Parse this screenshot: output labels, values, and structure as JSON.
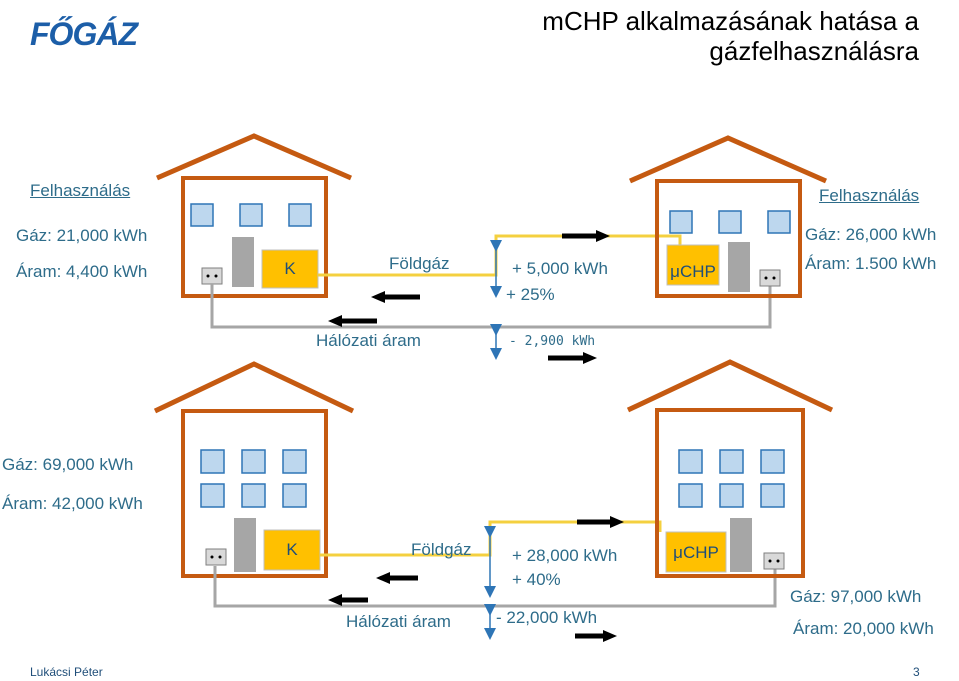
{
  "header": {
    "logo": "FŐGÁZ",
    "title_line1": "mCHP alkalmazásának hatása a",
    "title_line2": "gázfelhasználásra"
  },
  "top": {
    "left_heading": "Felhasználás",
    "left_gas": "Gáz: 21,000 kWh",
    "left_power": "Áram: 4,400 kWh",
    "boiler_label": "K",
    "foldgaz_label": "Földgáz",
    "delta_gas": "+ 5,000 kWh",
    "delta_pct": "+  25%",
    "chp_label": "μCHP",
    "right_heading": "Felhasználás",
    "right_gas": "Gáz: 26,000 kWh",
    "right_power": "Áram: 1.500 kWh",
    "grid_label": "Hálózati áram",
    "delta_power": "- 2,900 kWh"
  },
  "bottom": {
    "left_gas": "Gáz: 69,000 kWh",
    "left_power": "Áram: 42,000 kWh",
    "boiler_label": "K",
    "foldgaz_label": "Földgáz",
    "delta_gas": "+ 28,000 kWh",
    "delta_pct": "+ 40%",
    "grid_label": "Hálózati áram",
    "delta_power": "- 22,000 kWh",
    "chp_label": "μCHP",
    "right_gas": "Gáz: 97,000 kWh",
    "right_power": "Áram: 20,000 kWh"
  },
  "footer": {
    "author": "Lukácsi Péter",
    "page": "3"
  },
  "colors": {
    "house_outline": "#c55a11",
    "window_fill": "#bdd7ee",
    "window_stroke": "#2e75b6",
    "boiler_fill": "#ffc000",
    "gas_line": "#f4d03f",
    "grid_line": "#a6a6a6",
    "door_fill": "#a6a6a6",
    "arrow_blue": "#2e75b6"
  }
}
